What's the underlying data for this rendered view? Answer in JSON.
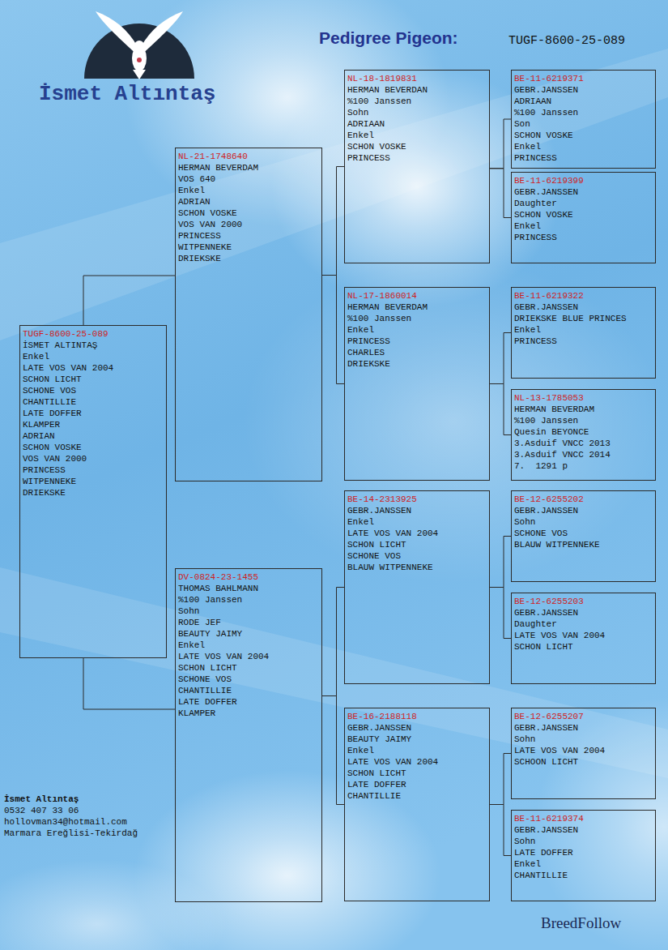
{
  "diagram": {
    "title": "Pedigree Pigeon:",
    "nodes": [
      {
        "text": [
          "TUGF-8600-25-089",
          "İSMET ALTINTAŞ",
          "Enkel",
          "LATE VOS VAN 2004",
          "SCHON LICHT",
          "SCHONE VOS",
          "CHANTILLIE",
          "LATE DOFFER",
          "KLAMPER",
          "ADRIAN",
          "SCHON VOSKE",
          "VOS VAN 2000",
          "PRINCESS",
          "WITPENNEKE",
          "DRIEKSKE"
        ]
      },
      {
        "text": [
          "NL-21-1748640",
          "HERMAN BEVERDAM",
          "VOS 640",
          "Enkel",
          "ADRIAN",
          "SCHON VOSKE",
          "VOS VAN 2000",
          "PRINCESS",
          "WITPENNEKE",
          "DRIEKSKE"
        ]
      },
      {
        "text": [
          "DV-0824-23-1455",
          "THOMAS BAHLMANN",
          "%100 Janssen",
          "Sohn",
          "RODE JEF",
          "BEAUTY JAIMY",
          "Enkel",
          "LATE VOS VAN 2004",
          "SCHON LICHT",
          "SCHONE VOS",
          "CHANTILLIE",
          "LATE DOFFER",
          "KLAMPER"
        ]
      },
      {
        "text": [
          "NL-18-1819831",
          "HERMAN BEVERDAN",
          "%100 Janssen",
          "Sohn",
          "ADRIAAN",
          "Enkel",
          "SCHON VOSKE",
          "PRINCESS"
        ]
      },
      {
        "text": [
          "NL-17-1860014",
          "HERMAN BEVERDAM",
          "%100 Janssen",
          "Enkel",
          "PRINCESS",
          "CHARLES",
          "DRIEKSKE"
        ]
      },
      {
        "text": [
          "BE-14-2313925",
          "GEBR.JANSSEN",
          "Enkel",
          "LATE VOS VAN 2004",
          "SCHON LICHT",
          "SCHONE VOS",
          "BLAUW WITPENNEKE"
        ]
      },
      {
        "text": [
          "BE-16-2188118",
          "GEBR.JANSSEN",
          "BEAUTY JAIMY",
          "Enkel",
          "LATE VOS VAN 2004",
          "SCHON LICHT",
          "LATE DOFFER",
          "CHANTILLIE"
        ]
      },
      {
        "text": [
          "BE-11-6219371",
          "GEBR.JANSSEN",
          "ADRIAAN",
          "%100 Janssen",
          "Son",
          "SCHON VOSKE",
          "Enkel",
          "PRINCESS"
        ]
      },
      {
        "text": [
          "BE-11-6219399",
          "GEBR.JANSSEN",
          "Daughter",
          "SCHON VOSKE",
          "Enkel",
          "PRINCESS"
        ]
      },
      {
        "text": [
          "BE-11-6219322",
          "GEBR.JANSSEN",
          "DRIEKSKE BLUE PRINCES",
          "Enkel",
          "PRINCESS"
        ]
      },
      {
        "text": [
          "NL-13-1785053",
          "HERMAN BEVERDAM",
          "%100 Janssen",
          "Quesin BEYONCE",
          "3.Asduif VNCC 2013",
          "3.Asduif VNCC 2014",
          "7.  1291 p"
        ]
      },
      {
        "text": [
          "BE-12-6255202",
          "GEBR.JANSSEN",
          "Sohn",
          "SCHONE VOS",
          "BLAUW WITPENNEKE"
        ]
      },
      {
        "text": [
          "BE-12-6255203",
          "GEBR.JANSSEN",
          "Daughter",
          "LATE VOS VAN 2004",
          "SCHON LICHT"
        ]
      },
      {
        "text": [
          "BE-12-6255207",
          "GEBR.JANSSEN",
          "Sohn",
          "LATE VOS VAN 2004",
          "SCHOON LICHT"
        ]
      },
      {
        "text": [
          "BE-11-6219374",
          "GEBR.JANSSEN",
          "Sohn",
          "LATE DOFFER",
          "Enkel",
          "CHANTILLIE"
        ]
      }
    ],
    "edges": [
      {
        "from": 0,
        "to": 1,
        "arrow": "none"
      },
      {
        "from": 0,
        "to": 2,
        "arrow": "none"
      },
      {
        "from": 1,
        "to": 3,
        "arrow": "none"
      },
      {
        "from": 1,
        "to": 4,
        "arrow": "none"
      },
      {
        "from": 2,
        "to": 5,
        "arrow": "none"
      },
      {
        "from": 2,
        "to": 6,
        "arrow": "none"
      },
      {
        "from": 3,
        "to": 7,
        "arrow": "none"
      },
      {
        "from": 3,
        "to": 8,
        "arrow": "none"
      },
      {
        "from": 4,
        "to": 9,
        "arrow": "none"
      },
      {
        "from": 4,
        "to": 10,
        "arrow": "none"
      },
      {
        "from": 5,
        "to": 11,
        "arrow": "none"
      },
      {
        "from": 5,
        "to": 12,
        "arrow": "none"
      },
      {
        "from": 6,
        "to": 13,
        "arrow": "none"
      },
      {
        "from": 6,
        "to": 14,
        "arrow": "none"
      }
    ],
    "labels": [
      "TUGF-8600-25-089",
      "İsmet Altıntaş",
      "İsmet Altıntaş",
      "0532 407 33 06",
      "hollovman34@hotmail.com",
      "Marmara Ereğlisi-Tekirdağ",
      "BreedFollow"
    ]
  }
}
